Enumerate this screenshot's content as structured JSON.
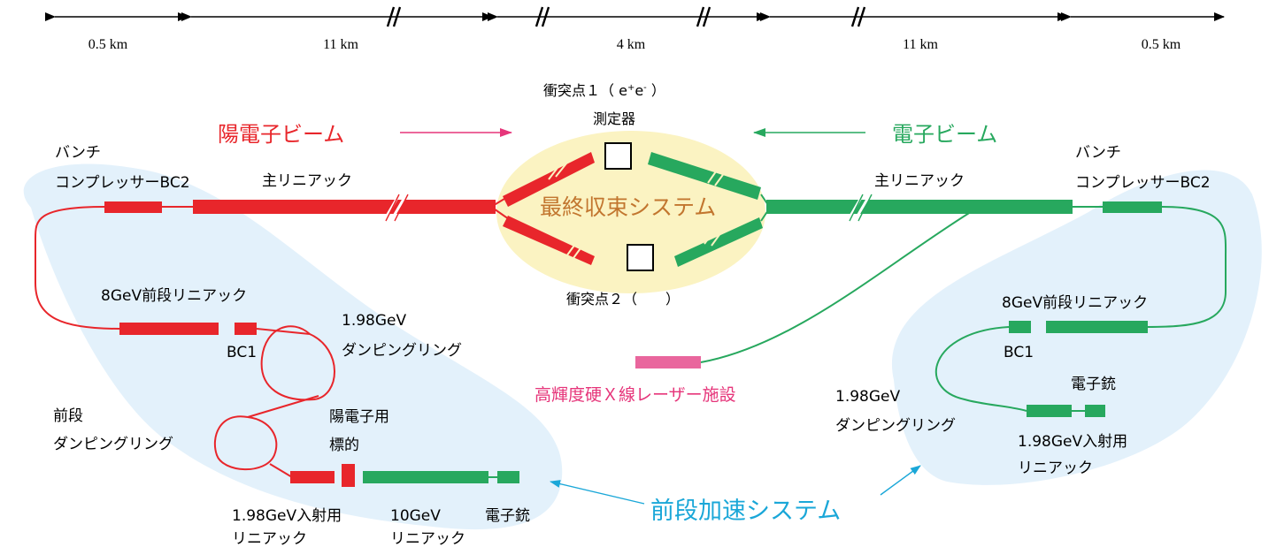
{
  "scale": {
    "segments": [
      "0.5 km",
      "11 km",
      "4 km",
      "11 km",
      "0.5 km"
    ]
  },
  "beams": {
    "positron": "陽電子ビーム",
    "electron": "電子ビーム"
  },
  "final_focus": {
    "label": "最終収束システム",
    "ip1_line1": "衝突点１（ e",
    "ip1_sup_plus": "+",
    "ip1_mid": "e",
    "ip1_sup_minus": "-",
    "ip1_end": " ）",
    "ip1_line2": "測定器",
    "ip2": "衝突点２（　　）"
  },
  "left": {
    "bunch_compressor_l1": "バンチ",
    "bunch_compressor_l2": "コンプレッサーBC2",
    "main_linac": "主リニアック",
    "pre_linac_8gev": "8GeV前段リニアック",
    "bc1": "BC1",
    "damping_ring_l1": "1.98GeV",
    "damping_ring_l2": "ダンピングリング",
    "pre_damping_l1": "前段",
    "pre_damping_l2": "ダンピングリング",
    "target_l1": "陽電子用",
    "target_l2": "標的",
    "injector_l1": "1.98GeV入射用",
    "injector_l2": "リニアック",
    "linac10_l1": "10GeV",
    "linac10_l2": "リニアック",
    "gun": "電子銃"
  },
  "right": {
    "bunch_compressor_l1": "バンチ",
    "bunch_compressor_l2": "コンプレッサーBC2",
    "main_linac": "主リニアック",
    "pre_linac_8gev": "8GeV前段リニアック",
    "bc1": "BC1",
    "damping_ring_l1": "1.98GeV",
    "damping_ring_l2": "ダンピングリング",
    "gun": "電子銃",
    "injector_l1": "1.98GeV入射用",
    "injector_l2": "リニアック"
  },
  "xfel": "高輝度硬Ｘ線レーザー施設",
  "preaccel": "前段加速システム",
  "colors": {
    "positron": "#e8262b",
    "electron": "#27a85e",
    "accent_pink": "#e6357a",
    "cyan": "#1aa7d8",
    "region": "#e3f1fb",
    "focus": "#fbf3c2"
  }
}
